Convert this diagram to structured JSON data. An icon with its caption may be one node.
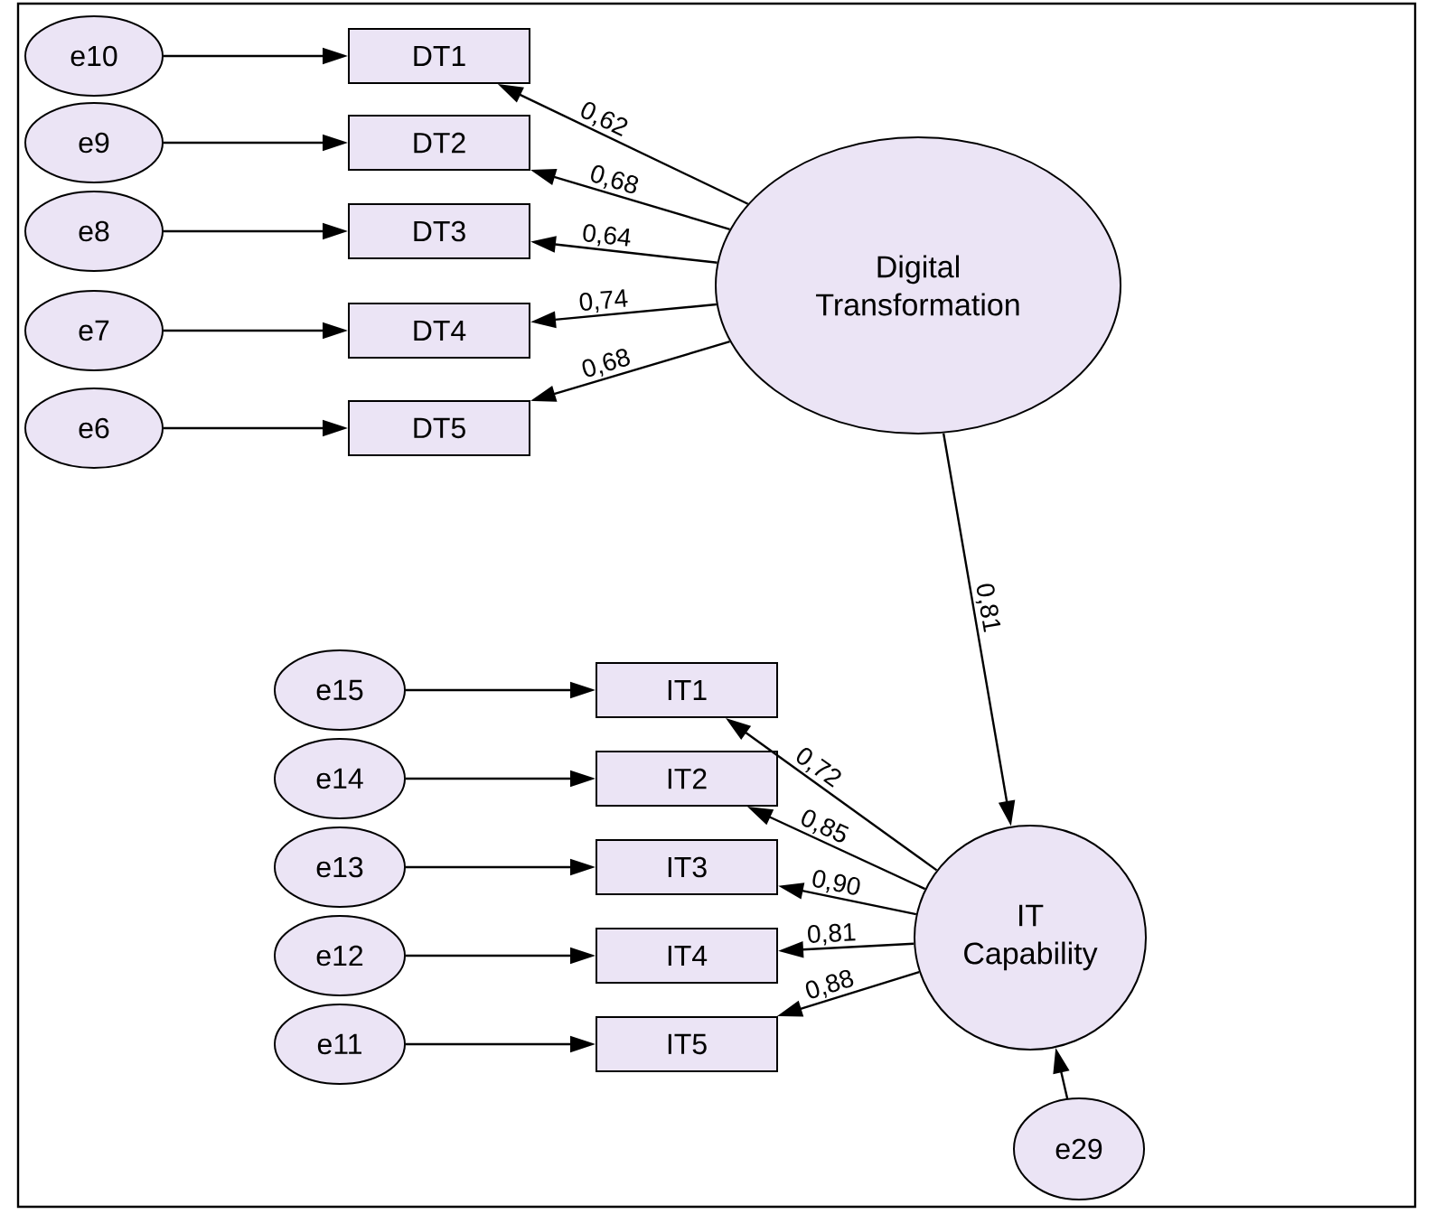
{
  "diagram": {
    "nodes": [
      {
        "text": [
          "Digital Transformation"
        ]
      },
      {
        "text": [
          "DT1"
        ]
      },
      {
        "text": [
          "DT2"
        ]
      },
      {
        "text": [
          "DT3"
        ]
      },
      {
        "text": [
          "DT4"
        ]
      },
      {
        "text": [
          "DT5"
        ]
      },
      {
        "text": [
          "e10"
        ]
      },
      {
        "text": [
          "e9"
        ]
      },
      {
        "text": [
          "e8"
        ]
      },
      {
        "text": [
          "e7"
        ]
      },
      {
        "text": [
          "e6"
        ]
      },
      {
        "text": [
          "IT Capability"
        ]
      },
      {
        "text": [
          "IT1"
        ]
      },
      {
        "text": [
          "IT2"
        ]
      },
      {
        "text": [
          "IT3"
        ]
      },
      {
        "text": [
          "IT4"
        ]
      },
      {
        "text": [
          "IT5"
        ]
      },
      {
        "text": [
          "e15"
        ]
      },
      {
        "text": [
          "e14"
        ]
      },
      {
        "text": [
          "e13"
        ]
      },
      {
        "text": [
          "e12"
        ]
      },
      {
        "text": [
          "e11"
        ]
      },
      {
        "text": [
          "e29"
        ]
      }
    ],
    "edges": [
      {
        "from": 6,
        "to": 1,
        "arrow": "to"
      },
      {
        "from": 7,
        "to": 2,
        "arrow": "to"
      },
      {
        "from": 8,
        "to": 3,
        "arrow": "to"
      },
      {
        "from": 9,
        "to": 4,
        "arrow": "to"
      },
      {
        "from": 10,
        "to": 5,
        "arrow": "to"
      },
      {
        "from": 0,
        "to": 1,
        "arrow": "to",
        "label": "0,62"
      },
      {
        "from": 0,
        "to": 2,
        "arrow": "to",
        "label": "0,68"
      },
      {
        "from": 0,
        "to": 3,
        "arrow": "to",
        "label": "0,64"
      },
      {
        "from": 0,
        "to": 4,
        "arrow": "to",
        "label": "0,74"
      },
      {
        "from": 0,
        "to": 5,
        "arrow": "to",
        "label": "0,68"
      },
      {
        "from": 0,
        "to": 11,
        "arrow": "to",
        "label": "0,81"
      },
      {
        "from": 17,
        "to": 12,
        "arrow": "to"
      },
      {
        "from": 18,
        "to": 13,
        "arrow": "to"
      },
      {
        "from": 19,
        "to": 14,
        "arrow": "to"
      },
      {
        "from": 20,
        "to": 15,
        "arrow": "to"
      },
      {
        "from": 21,
        "to": 16,
        "arrow": "to"
      },
      {
        "from": 11,
        "to": 12,
        "arrow": "to",
        "label": "0,72"
      },
      {
        "from": 11,
        "to": 13,
        "arrow": "to",
        "label": "0,85"
      },
      {
        "from": 11,
        "to": 14,
        "arrow": "to",
        "label": "0,90"
      },
      {
        "from": 11,
        "to": 15,
        "arrow": "to",
        "label": "0,81"
      },
      {
        "from": 11,
        "to": 16,
        "arrow": "to",
        "label": "0,88"
      },
      {
        "from": 22,
        "to": 11,
        "arrow": "to"
      }
    ]
  }
}
